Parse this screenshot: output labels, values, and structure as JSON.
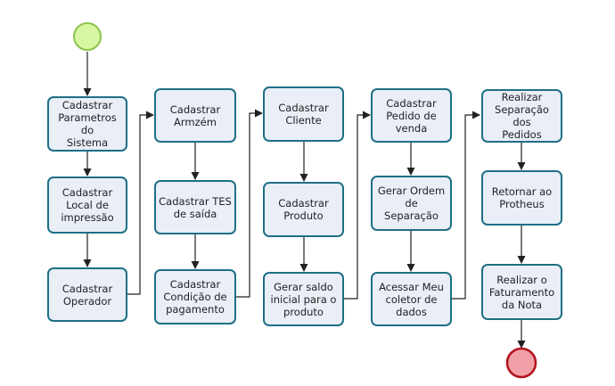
{
  "diagram": {
    "colors": {
      "box_fill": "#e9eef7",
      "box_border": "#1f6f86",
      "start_fill": "#d8f7a2",
      "start_border": "#8bc34a",
      "end_fill": "#f0a0a6",
      "end_border": "#b3121e",
      "connector": "#222222"
    },
    "start_event": {
      "shape": "circle"
    },
    "end_event": {
      "shape": "circle"
    },
    "tasks": [
      {
        "label": "Cadastrar\nParametros do\nSistema"
      },
      {
        "label": "Cadastrar\nLocal de\nimpressão"
      },
      {
        "label": "Cadastrar\nOperador"
      },
      {
        "label": "Cadastrar\nArmzém"
      },
      {
        "label": "Cadastrar TES\nde saída"
      },
      {
        "label": "Cadastrar\nCondição de\npagamento"
      },
      {
        "label": "Cadastrar\nCliente"
      },
      {
        "label": "Cadastrar\nProduto"
      },
      {
        "label": "Gerar saldo\ninicial para o\nproduto"
      },
      {
        "label": "Cadastrar\nPedido de\nvenda"
      },
      {
        "label": "Gerar Ordem de\nSeparação"
      },
      {
        "label": "Acessar Meu\ncoletor de\ndados"
      },
      {
        "label": "Realizar\nSeparação dos\nPedidos"
      },
      {
        "label": "Retornar ao\nProtheus"
      },
      {
        "label": "Realizar o\nFaturamento\nda Nota"
      }
    ]
  }
}
